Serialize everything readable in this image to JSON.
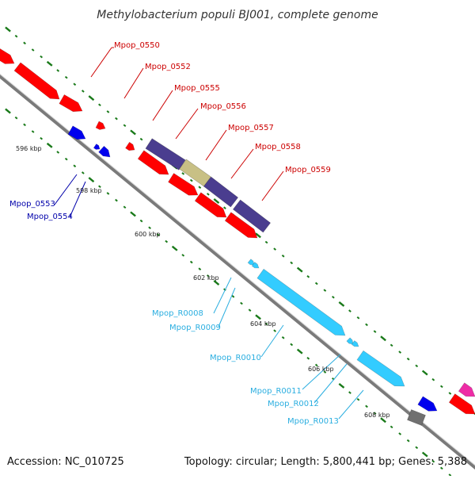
{
  "title": "Methylobacterium populi BJ001, complete genome",
  "footer": {
    "accession": "Accession: NC_010725",
    "topology": "Topology: circular; Length: 5,800,441 bp; Genes: 5,388"
  },
  "colors": {
    "backbone": "#7a7a7a",
    "tick": "#1a7a1a",
    "cds_red": "#ff0000",
    "cds_blue": "#0000ee",
    "cds_purple": "#4a3d8f",
    "cds_khaki": "#c8c085",
    "rna_cyan": "#33ccff",
    "pseudo_gray": "#707070",
    "other_magenta": "#ee2ca6",
    "label_red": "#cc0000",
    "label_blue": "#0000aa",
    "label_cyan": "#2aaee0"
  },
  "scale_labels": [
    "596 kbp",
    "598 kbp",
    "600 kbp",
    "602 kbp",
    "604 kbp",
    "606 kbp",
    "608 kbp"
  ],
  "gene_labels": {
    "red": [
      "Mpop_0550",
      "Mpop_0552",
      "Mpop_0555",
      "Mpop_0556",
      "Mpop_0557",
      "Mpop_0558",
      "Mpop_0559"
    ],
    "blue": [
      "Mpop_0553",
      "Mpop_0554"
    ],
    "cyan": [
      "Mpop_R0008",
      "Mpop_R0009",
      "Mpop_R0010",
      "Mpop_R0011",
      "Mpop_R0012",
      "Mpop_R0013"
    ]
  }
}
